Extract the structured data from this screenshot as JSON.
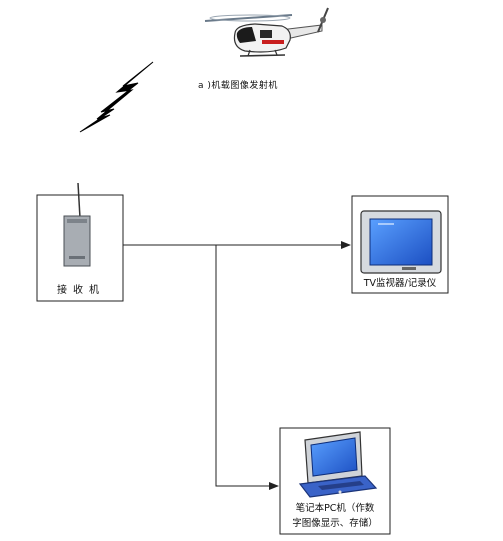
{
  "diagram": {
    "nodes": {
      "transmitter": {
        "label": "a )机载图像发射机",
        "icon": "helicopter-icon"
      },
      "receiver": {
        "label": "接收机",
        "icon": "radio-receiver-icon"
      },
      "tv": {
        "label": "TV监视器/记录仪",
        "icon": "tv-monitor-icon"
      },
      "pc": {
        "label_line1": "笔记本PC机（作数",
        "label_line2": "字图像显示、存储）",
        "icon": "laptop-icon"
      }
    },
    "edges": [
      {
        "from": "transmitter",
        "to": "receiver",
        "style": "wireless",
        "icon": "lightning-icon"
      },
      {
        "from": "receiver",
        "to": "tv",
        "style": "arrow"
      },
      {
        "from": "receiver",
        "to": "pc",
        "style": "arrow"
      }
    ],
    "colors": {
      "screen_blue": "#1f5fd6",
      "monitor_gray": "#cfd3d8",
      "stroke": "#222222"
    }
  }
}
